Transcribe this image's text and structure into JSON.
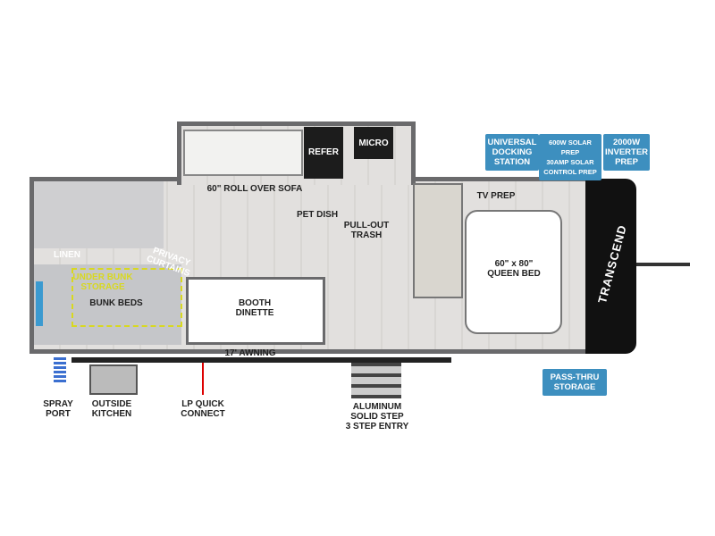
{
  "labels": {
    "sofa": "60\" ROLL OVER SOFA",
    "refer": "REFER",
    "micro": "MICRO",
    "pet_dish": "PET DISH",
    "pullout_trash": "PULL-OUT\nTRASH",
    "tv_prep": "TV PREP",
    "queen_bed": "60\" x 80\"\nQUEEN BED",
    "linen": "LINEN",
    "privacy": "PRIVACY\nCURTAINS",
    "under_bunk": "UNDER BUNK\nSTORAGE",
    "bunk_beds": "BUNK BEDS",
    "booth": "BOOTH\nDINETTE",
    "awning": "17' AWNING",
    "spray_port": "SPRAY\nPORT",
    "outside_kitchen": "OUTSIDE\nKITCHEN",
    "lp": "LP QUICK\nCONNECT",
    "step": "ALUMINUM\nSOLID STEP\n3 STEP ENTRY",
    "brand": "TRANSCEND"
  },
  "badges": {
    "docking": "UNIVERSAL\nDOCKING\nSTATION",
    "solar": "600W SOLAR PREP\n30AMP SOLAR\nCONTROL PREP",
    "inverter": "2000W\nINVERTER\nPREP",
    "passthru": "PASS-THRU\nSTORAGE"
  },
  "colors": {
    "badge": "#3d8fbf",
    "wall": "#6a6a6c",
    "accent": "#3b9ad0"
  }
}
